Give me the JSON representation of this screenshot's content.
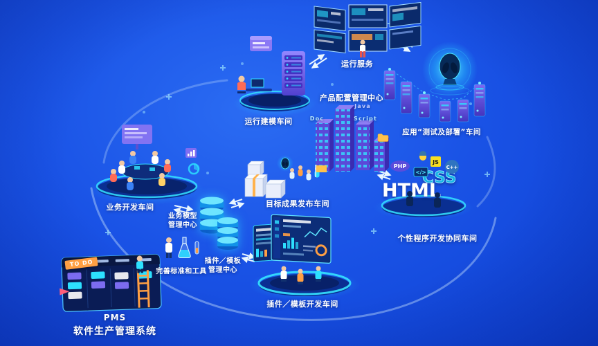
{
  "diagram_title": {
    "name": "PMS",
    "subtitle": "软件生产管理系统"
  },
  "nodes": {
    "run_service": {
      "label": "运行服务"
    },
    "run_modeling": {
      "label": "运行建模车间"
    },
    "test_deploy": {
      "label": "应用“测试及部署”车间"
    },
    "product_config": {
      "label": "产品配置管理中心",
      "tag_java": "Java",
      "tag_doc": "Doc",
      "tag_script": "Script"
    },
    "business_dev": {
      "label": "业务开发车间"
    },
    "business_model_center": {
      "line1": "业务模型",
      "line2": "管理中心"
    },
    "target_release": {
      "label": "目标成果发布车间"
    },
    "custom_dev": {
      "label": "个性程序开发协同车间",
      "tech_html": "HTML",
      "tech_css": "CSS",
      "tech_php": "PHP",
      "tech_js": "JS",
      "tech_cpp": "C++",
      "tech_code": "</>"
    },
    "plugin_dev": {
      "label": "插件／模板开发车间"
    },
    "plugin_mgmt_center": {
      "line1": "插件／模板",
      "line2": "管理中心"
    },
    "standards": {
      "label": "完善标准和工具"
    },
    "pms_board": {
      "todo_tag": "TO DO"
    }
  },
  "colors": {
    "background_blue": "#1a53e6",
    "deep_blue": "#0d3fd2",
    "accent_cyan": "#2de0ff",
    "accent_purple": "#7b69f2",
    "accent_orange": "#ff9f43",
    "js_yellow": "#f7df1e",
    "label_white": "#ffffff"
  }
}
